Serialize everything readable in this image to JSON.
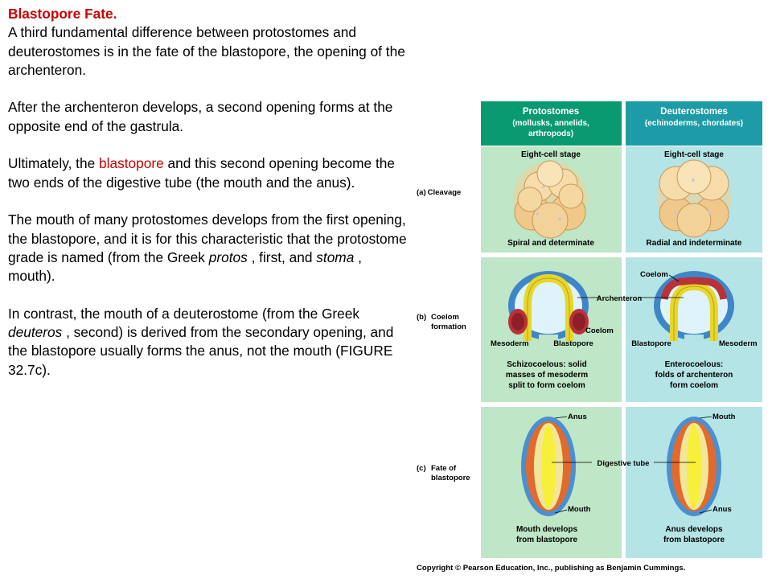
{
  "text": {
    "title": "Blastopore Fate.",
    "p1": "A third fundamental difference between protostomes and deuterostomes is in the fate of the blastopore, the opening of the archenteron.",
    "p2": "After the archenteron develops, a second opening forms at the opposite end of the gastrula.",
    "p3_pre": "Ultimately, the ",
    "p3_highlight": "blastopore",
    "p3_post": " and this second opening become the two ends of the digestive tube (the mouth and the anus).",
    "p4_pre": "The mouth of many protostomes develops from the first opening, the blastopore, and it is for this characteristic that the protostome grade is named (from the Greek ",
    "p4_ital1": "protos",
    "p4_mid": " , first, and ",
    "p4_ital2": "stoma",
    "p4_post": " , mouth).",
    "p5_pre": "In contrast, the mouth of a deuterostome (from the Greek ",
    "p5_ital": "deuteros",
    "p5_post": " , second) is derived from the secondary opening, and the blastopore usually forms the anus, not the mouth (FIGURE 32.7c)."
  },
  "figure": {
    "proto_header_title": "Protostomes",
    "proto_header_sub1": "(mollusks, annelids,",
    "proto_header_sub2": "arthropods)",
    "deut_header_title": "Deuterostomes",
    "deut_header_sub": "(echinoderms, chordates)",
    "row_a_letter": "(a)",
    "row_a_label": "Cleavage",
    "row_b_letter": "(b)",
    "row_b_label1": "Coelom",
    "row_b_label2": "formation",
    "row_c_letter": "(c)",
    "row_c_label1": "Fate of",
    "row_c_label2": "blastopore",
    "proto_eight_cell": "Eight-cell stage",
    "deut_eight_cell": "Eight-cell stage",
    "proto_cleavage_caption": "Spiral and determinate",
    "deut_cleavage_caption": "Radial and indeterminate",
    "archenteron_label": "Archenteron",
    "coelom_label_left": "Coelom",
    "coelom_label_right": "Coelom",
    "mesoderm_left": "Mesoderm",
    "blastopore_left": "Blastopore",
    "blastopore_right": "Blastopore",
    "mesoderm_right": "Mesoderm",
    "proto_coelom_caption1": "Schizocoelous: solid",
    "proto_coelom_caption2": "masses of mesoderm",
    "proto_coelom_caption3": "split to form coelom",
    "deut_coelom_caption1": "Enterocoelous:",
    "deut_coelom_caption2": "folds of archenteron",
    "deut_coelom_caption3": "form coelom",
    "anus_left": "Anus",
    "mouth_left": "Mouth",
    "mouth_right": "Mouth",
    "anus_right": "Anus",
    "digestive_tube_label": "Digestive tube",
    "proto_fate_caption1": "Mouth develops",
    "proto_fate_caption2": "from blastopore",
    "deut_fate_caption1": "Anus develops",
    "deut_fate_caption2": "from blastopore"
  },
  "copyright": "Copyright © Pearson Education, Inc., publishing as Benjamin Cummings.",
  "colors": {
    "accent_red": "#cc0000",
    "proto_header": "#0a9a72",
    "deut_header": "#1d9ba6",
    "proto_panel": "#bfe6c6",
    "deut_panel": "#b5e4e6"
  }
}
